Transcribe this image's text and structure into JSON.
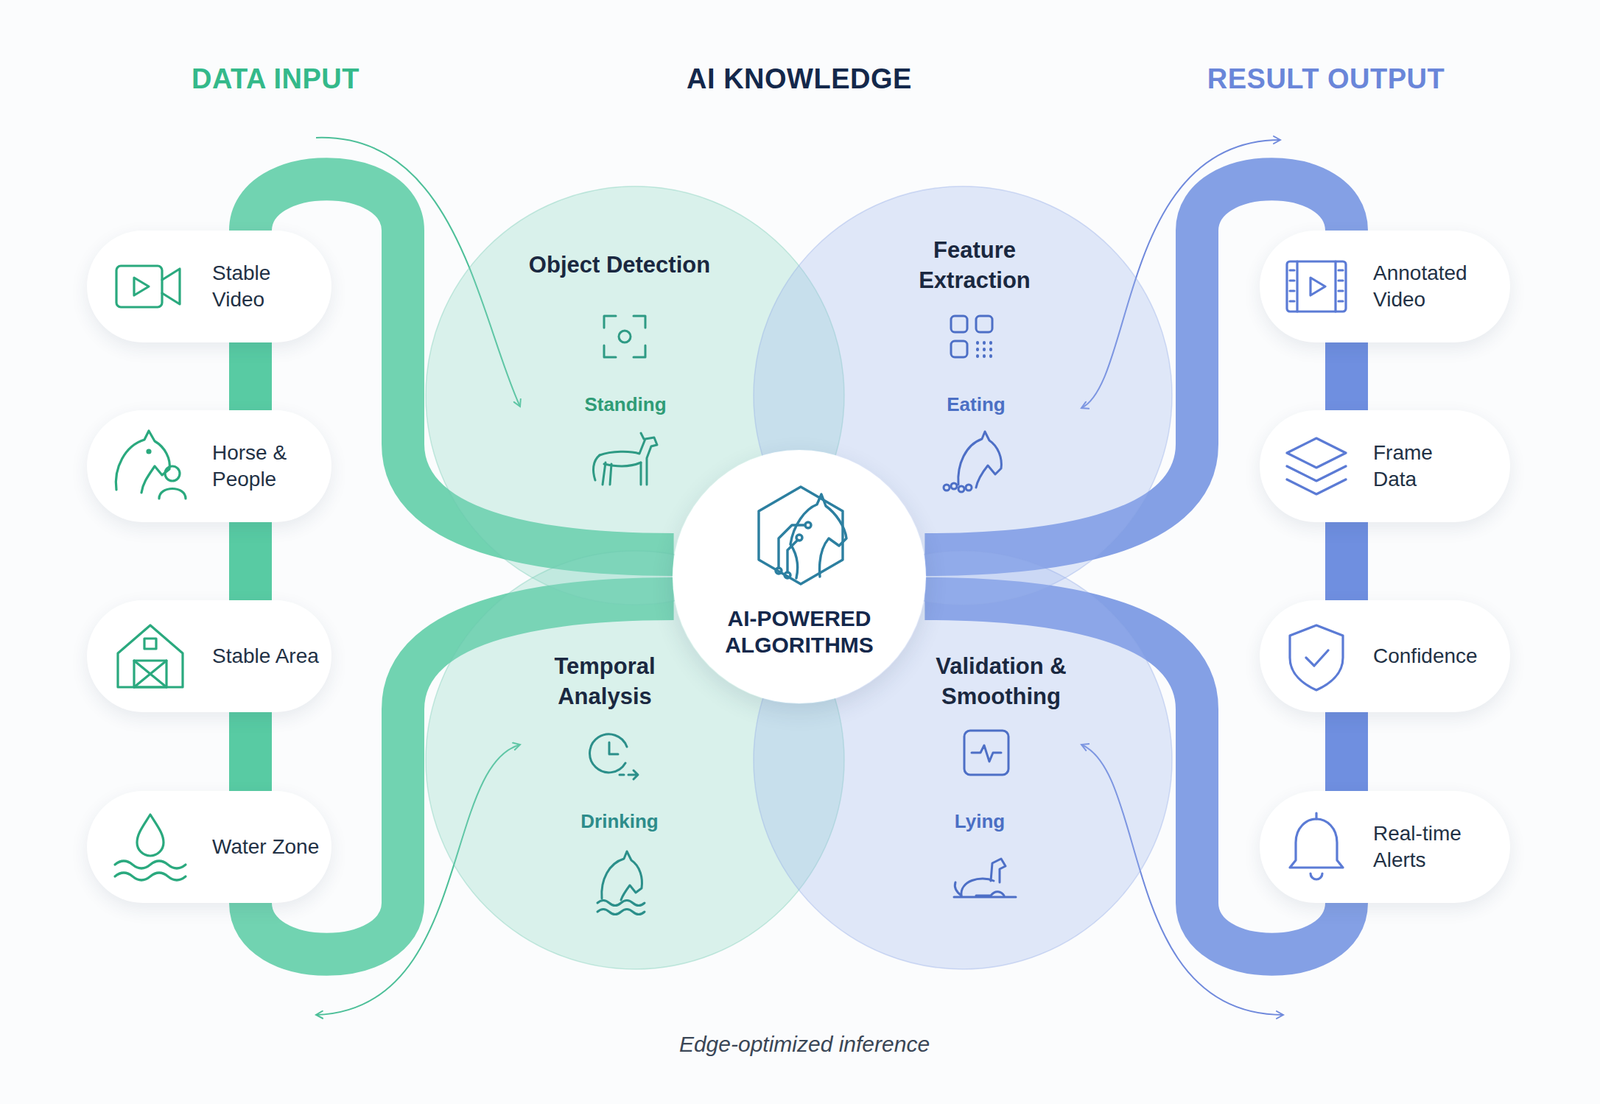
{
  "diagram": {
    "caption": "Edge-optimized inference",
    "nodes": [
      {
        "text": [
          "Stable Video"
        ]
      },
      {
        "text": [
          "Horse & People"
        ]
      },
      {
        "text": [
          "Stable Area"
        ]
      },
      {
        "text": [
          "Water Zone"
        ]
      },
      {
        "text": [
          "Object Detection",
          "Standing"
        ]
      },
      {
        "text": [
          "Feature Extraction",
          "Eating"
        ]
      },
      {
        "text": [
          "Temporal Analysis",
          "Drinking"
        ]
      },
      {
        "text": [
          "Validation & Smoothing",
          "Lying"
        ]
      },
      {
        "text": [
          "AI-POWERED ALGORITHMS"
        ]
      },
      {
        "text": [
          "Annotated Video"
        ]
      },
      {
        "text": [
          "Frame Data"
        ]
      },
      {
        "text": [
          "Confidence"
        ]
      },
      {
        "text": [
          "Real-time Alerts"
        ]
      }
    ],
    "edges": [
      {
        "from": 0,
        "to": 8,
        "arrow": "none"
      },
      {
        "from": 3,
        "to": 8,
        "arrow": "none"
      },
      {
        "from": 8,
        "to": 9,
        "arrow": "none"
      },
      {
        "from": 8,
        "to": 12,
        "arrow": "none"
      }
    ],
    "labels": [
      "DATA INPUT",
      "AI KNOWLEDGE",
      "RESULT OUTPUT"
    ]
  }
}
